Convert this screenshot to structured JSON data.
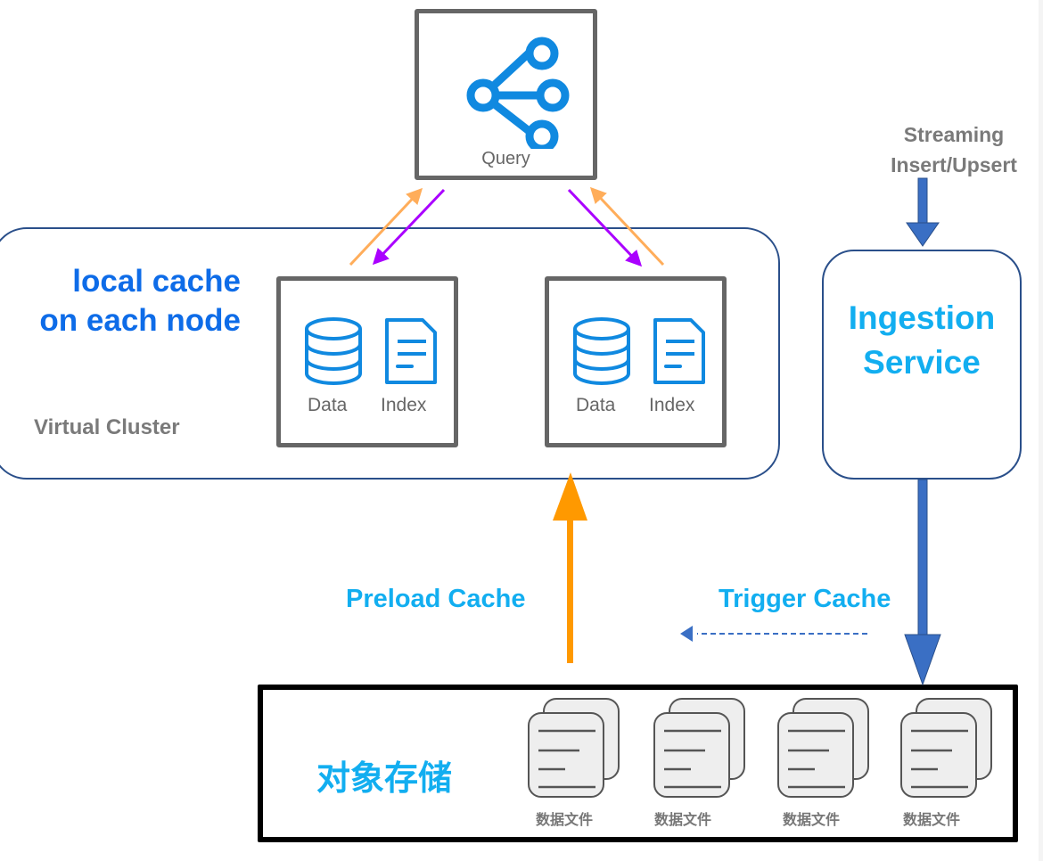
{
  "query": {
    "label": "Query",
    "icon": "share-icon",
    "icon_color": "#1089e0"
  },
  "cluster": {
    "heading_line1": "local cache",
    "heading_line2": "on each node",
    "name": "Virtual Cluster",
    "nodes": [
      {
        "data_label": "Data",
        "index_label": "Index"
      },
      {
        "data_label": "Data",
        "index_label": "Index"
      }
    ]
  },
  "ingestion": {
    "title_line1": "Ingestion",
    "title_line2": "Service",
    "input_line1": "Streaming",
    "input_line2": "Insert/Upsert"
  },
  "flows": {
    "preload": "Preload Cache",
    "trigger": "Trigger Cache"
  },
  "storage": {
    "title": "对象存储",
    "files": [
      "数据文件",
      "数据文件",
      "数据文件",
      "数据文件"
    ]
  },
  "colors": {
    "accent_blue": "#0e6ce8",
    "cyan": "#12aef0",
    "arrow_blue": "#3a6fc4",
    "arrow_orange": "#ff9900",
    "arrow_purple": "#aa00ff",
    "arrow_light_orange": "#ffad5a"
  }
}
